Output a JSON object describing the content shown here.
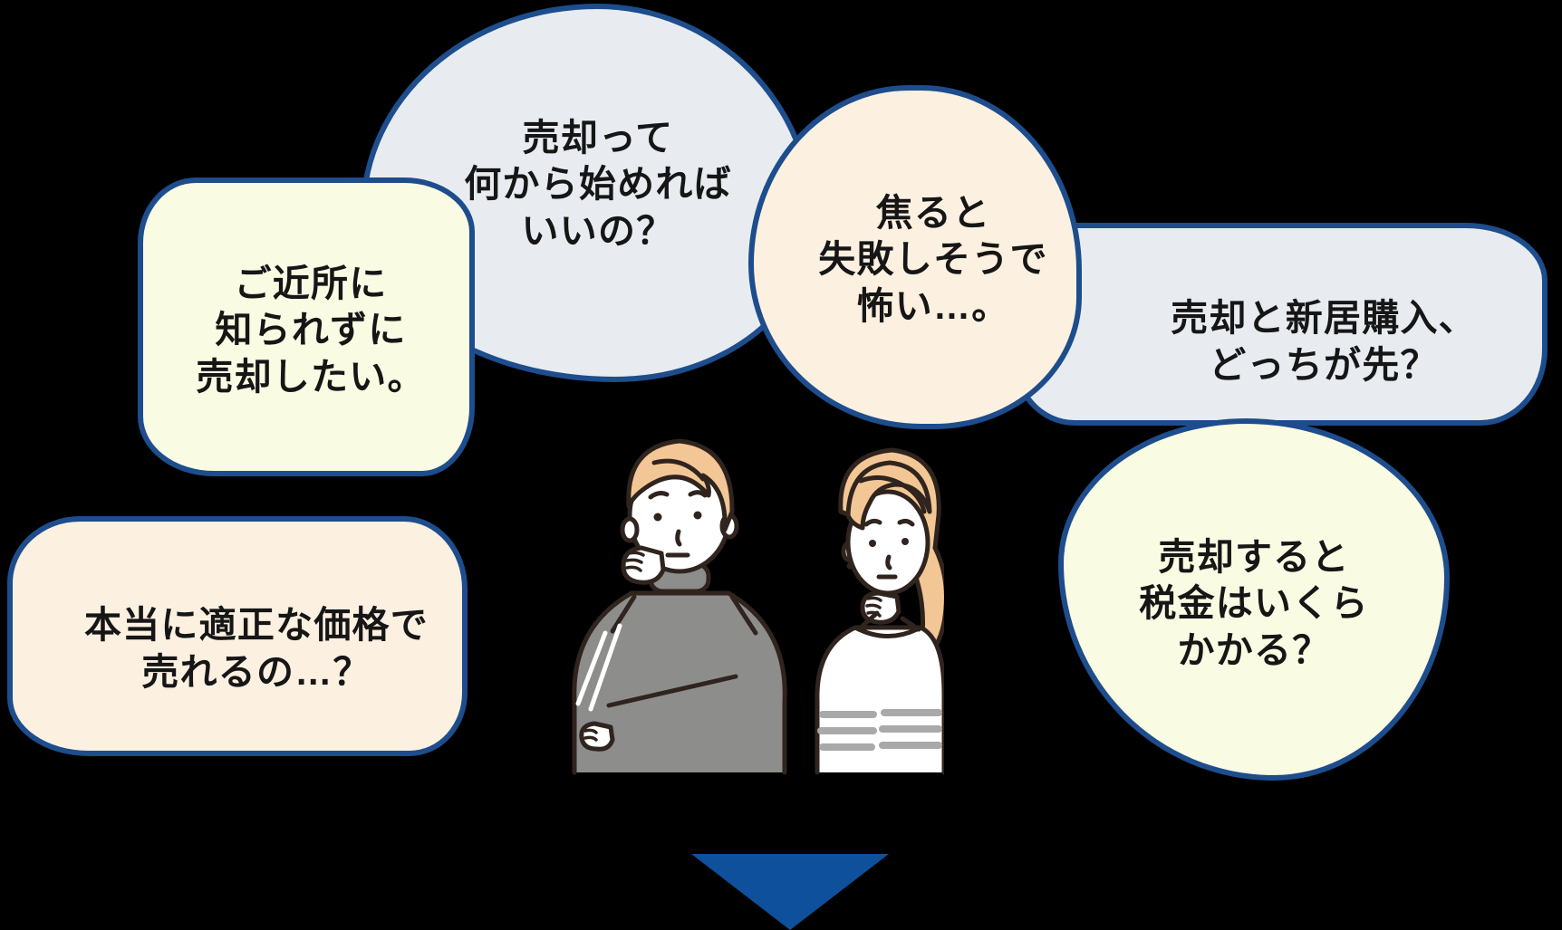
{
  "page": {
    "background": "#000000",
    "section_name": "real-estate-selling-worries"
  },
  "colors": {
    "bubble_outline": "#1d4d8c",
    "bubble_fill_blue_gray": "#e8ecf0",
    "bubble_fill_cream": "#fafbe3",
    "bubble_fill_peach": "#fcf0e1",
    "text": "#161616",
    "arrow_triangle": "#0f509d",
    "illustration_hair": "#f3c795",
    "illustration_sweater_gray": "#8d8d8b",
    "illustration_stripe_gray": "#a9a9a9",
    "illustration_line": "#30241f"
  },
  "bubbles": [
    {
      "id": "how-to-start",
      "text": "売却って\n何から始めれば\nいいの？",
      "fill": "#e8ecf0"
    },
    {
      "id": "without-neighbors-knowing",
      "text": "ご近所に\n知られずに\n売却したい。",
      "fill": "#fafbe3"
    },
    {
      "id": "afraid-of-failure",
      "text": "焦ると\n失敗しそうで\n怖い…。",
      "fill": "#fcf0e1"
    },
    {
      "id": "sell-or-buy-first",
      "text": "売却と新居購入、\nどっちが先？",
      "fill": "#e8ecf0"
    },
    {
      "id": "fair-price",
      "text": "本当に適正な価格で\n売れるの…？",
      "fill": "#fcf0e1"
    },
    {
      "id": "tax-cost",
      "text": "売却すると\n税金はいくら\nかかる？",
      "fill": "#fafbe3"
    }
  ],
  "icons": {
    "illustration": "thinking-couple-illustration",
    "arrow": "down-triangle-icon"
  }
}
